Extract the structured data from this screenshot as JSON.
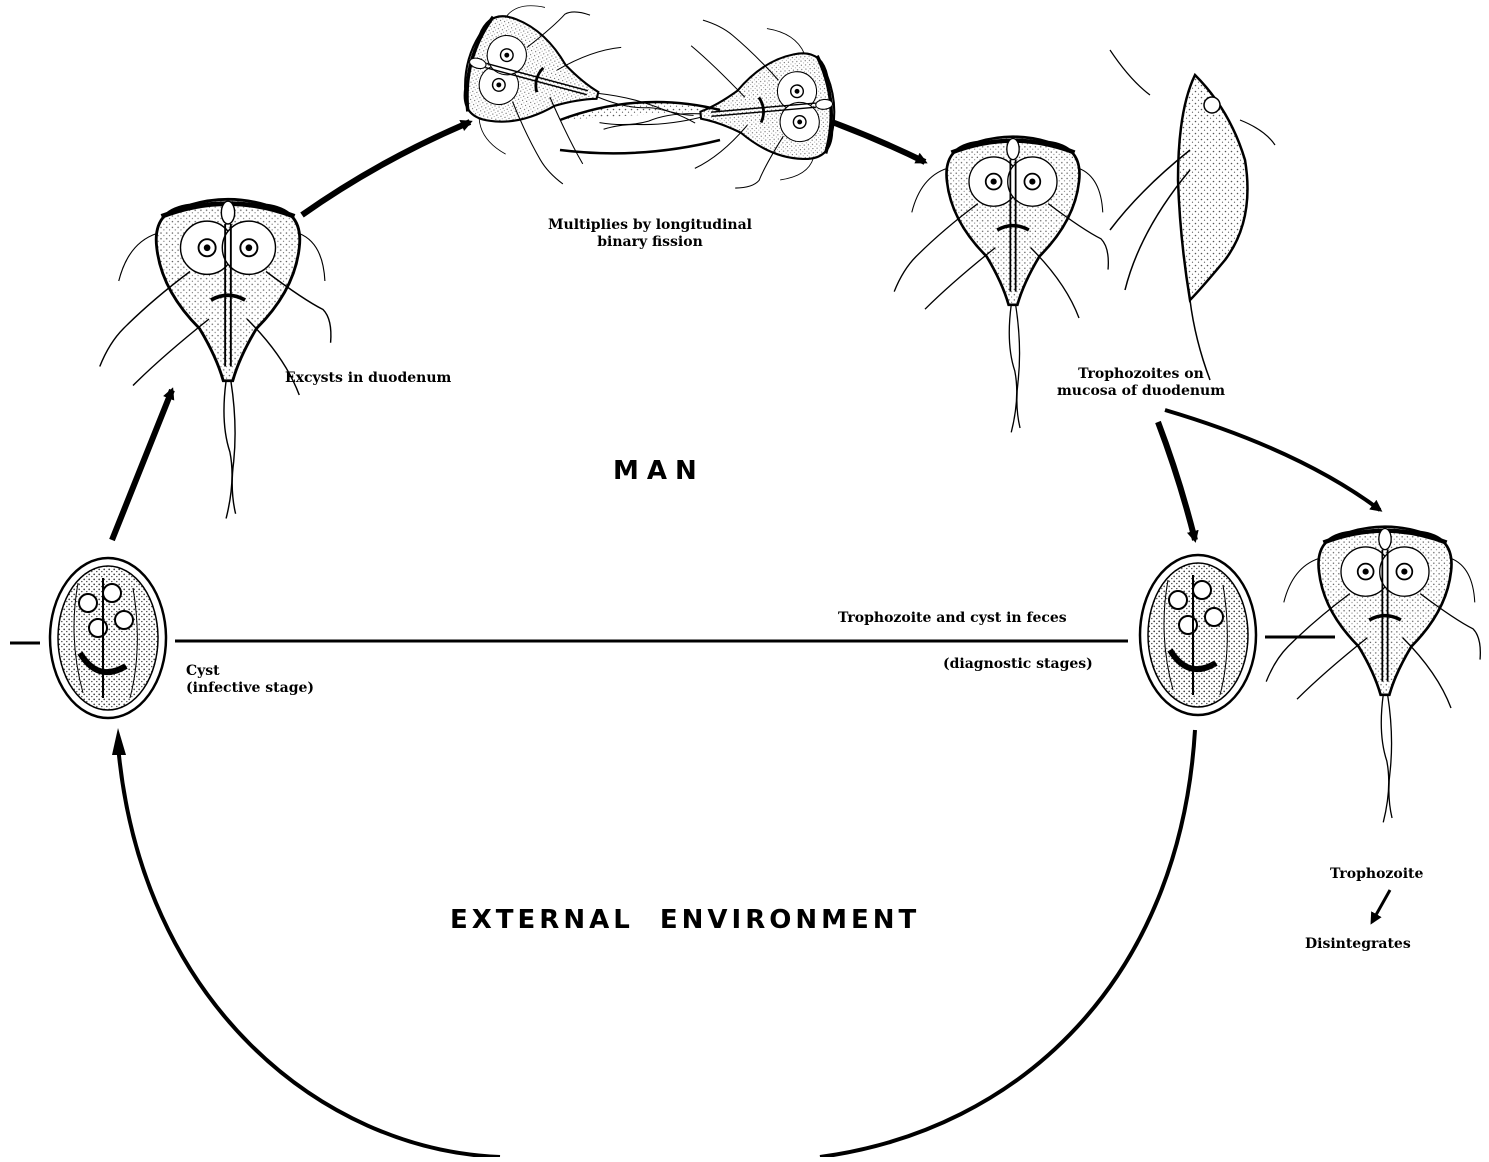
{
  "zones": {
    "host": "MAN",
    "environment": "EXTERNAL  ENVIRONMENT"
  },
  "labels": {
    "excysts": "Excysts in duodenum",
    "fission": "Multiplies by longitudinal\nbinary fission",
    "mucosa": "Trophozoites on\nmucosa of duodenum",
    "feces": "Trophozoite and cyst in feces",
    "diagnostic": "(diagnostic stages)",
    "cyst": "Cyst\n(infective stage)",
    "trophozoite": "Trophozoite",
    "disintegrates": "Disintegrates"
  },
  "colors": {
    "ink": "#000000",
    "stipple": "#555555",
    "background": "#ffffff"
  }
}
